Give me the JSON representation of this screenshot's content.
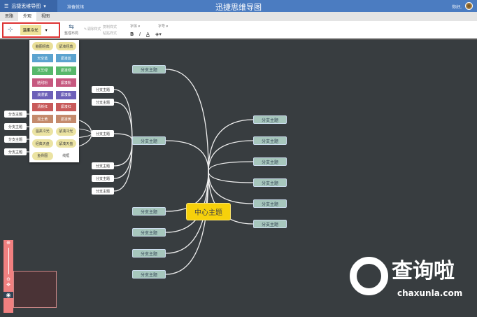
{
  "header": {
    "app_menu": "迅捷思维导图",
    "status": "准备就绪",
    "title": "迅捷思维导图",
    "greeting": "你好,"
  },
  "tabs": [
    "思路",
    "外观",
    "视图"
  ],
  "toolbar": {
    "current_theme": "温柔冷光",
    "arrange_layout": "整理布局",
    "clear_style": "清除样式",
    "copy_style": "复制样式",
    "paste_style": "粘贴样式",
    "font": "字体",
    "font_size": "字号",
    "bold": "B",
    "italic": "I",
    "font_color": "A"
  },
  "themes": [
    {
      "label": "脑图经典",
      "color": "#e9df98",
      "text": "#444"
    },
    {
      "label": "紧凑经典",
      "color": "#e9df98",
      "text": "#444"
    },
    {
      "label": "天空蓝",
      "color": "#5ba3cf",
      "text": "#fff"
    },
    {
      "label": "紧凑蓝",
      "color": "#5ba3cf",
      "text": "#fff"
    },
    {
      "label": "文艺绿",
      "color": "#57b86b",
      "text": "#fff"
    },
    {
      "label": "紧凑绿",
      "color": "#57b86b",
      "text": "#fff"
    },
    {
      "label": "脑残粉",
      "color": "#c6587f",
      "text": "#fff"
    },
    {
      "label": "紧凑粉",
      "color": "#c6587f",
      "text": "#fff"
    },
    {
      "label": "浪漫紫",
      "color": "#6c5fb8",
      "text": "#fff"
    },
    {
      "label": "紧凑紫",
      "color": "#6c5fb8",
      "text": "#fff"
    },
    {
      "label": "清新红",
      "color": "#c85a5a",
      "text": "#fff"
    },
    {
      "label": "紧凑红",
      "color": "#c85a5a",
      "text": "#fff"
    },
    {
      "label": "泥土黄",
      "color": "#c48a6c",
      "text": "#fff"
    },
    {
      "label": "紧凑黄",
      "color": "#c48a6c",
      "text": "#fff"
    },
    {
      "label": "温柔冷光",
      "color": "#ebe3a2",
      "text": "#444"
    },
    {
      "label": "紧凑冷光",
      "color": "#ebe3a2",
      "text": "#444"
    },
    {
      "label": "经典天盘",
      "color": "#ebe3a2",
      "text": "#444"
    },
    {
      "label": "紧凑天盘",
      "color": "#ebe3a2",
      "text": "#444"
    },
    {
      "label": "鱼骨图",
      "color": "#ebe3a2",
      "text": "#444"
    },
    {
      "label": "线框",
      "color": "#ffffff",
      "text": "#444"
    }
  ],
  "mindmap": {
    "center": "中心主题",
    "branch_label": "分支主题"
  },
  "watermark": {
    "text": "查询啦",
    "url": "chaxunla.com"
  }
}
